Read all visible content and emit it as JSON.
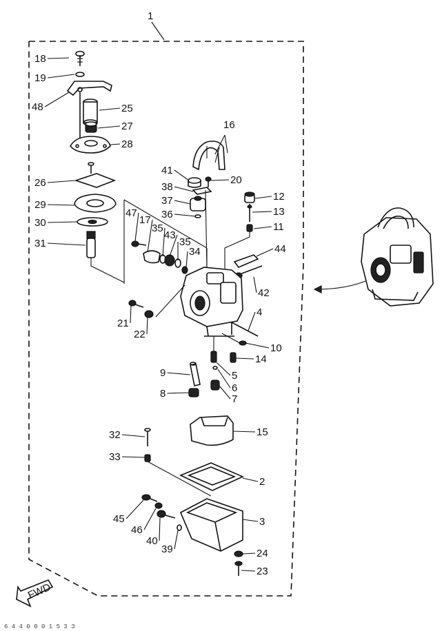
{
  "assembly": {
    "number": "1"
  },
  "parts": [
    {
      "id": "18",
      "label": "18"
    },
    {
      "id": "19",
      "label": "19"
    },
    {
      "id": "48",
      "label": "48"
    },
    {
      "id": "25",
      "label": "25"
    },
    {
      "id": "27",
      "label": "27"
    },
    {
      "id": "28",
      "label": "28"
    },
    {
      "id": "26",
      "label": "26"
    },
    {
      "id": "29",
      "label": "29"
    },
    {
      "id": "30",
      "label": "30"
    },
    {
      "id": "31",
      "label": "31"
    },
    {
      "id": "47",
      "label": "47"
    },
    {
      "id": "17",
      "label": "17"
    },
    {
      "id": "35a",
      "label": "35"
    },
    {
      "id": "43",
      "label": "43"
    },
    {
      "id": "35b",
      "label": "35"
    },
    {
      "id": "34",
      "label": "34"
    },
    {
      "id": "16",
      "label": "16"
    },
    {
      "id": "41",
      "label": "41"
    },
    {
      "id": "20",
      "label": "20"
    },
    {
      "id": "38",
      "label": "38"
    },
    {
      "id": "37",
      "label": "37"
    },
    {
      "id": "36",
      "label": "36"
    },
    {
      "id": "12",
      "label": "12"
    },
    {
      "id": "13",
      "label": "13"
    },
    {
      "id": "11",
      "label": "11"
    },
    {
      "id": "44",
      "label": "44"
    },
    {
      "id": "42",
      "label": "42"
    },
    {
      "id": "4",
      "label": "4"
    },
    {
      "id": "10",
      "label": "10"
    },
    {
      "id": "21",
      "label": "21"
    },
    {
      "id": "22",
      "label": "22"
    },
    {
      "id": "14",
      "label": "14"
    },
    {
      "id": "9",
      "label": "9"
    },
    {
      "id": "5",
      "label": "5"
    },
    {
      "id": "6",
      "label": "6"
    },
    {
      "id": "8",
      "label": "8"
    },
    {
      "id": "7",
      "label": "7"
    },
    {
      "id": "15",
      "label": "15"
    },
    {
      "id": "32",
      "label": "32"
    },
    {
      "id": "33",
      "label": "33"
    },
    {
      "id": "2",
      "label": "2"
    },
    {
      "id": "3",
      "label": "3"
    },
    {
      "id": "45",
      "label": "45"
    },
    {
      "id": "46",
      "label": "46"
    },
    {
      "id": "40",
      "label": "40"
    },
    {
      "id": "39",
      "label": "39"
    },
    {
      "id": "24",
      "label": "24"
    },
    {
      "id": "23",
      "label": "23"
    }
  ],
  "direction_badge": {
    "text": "FWD"
  },
  "footer_code": {
    "text": "6 4 4 0 0 0  1 5 3 3"
  }
}
